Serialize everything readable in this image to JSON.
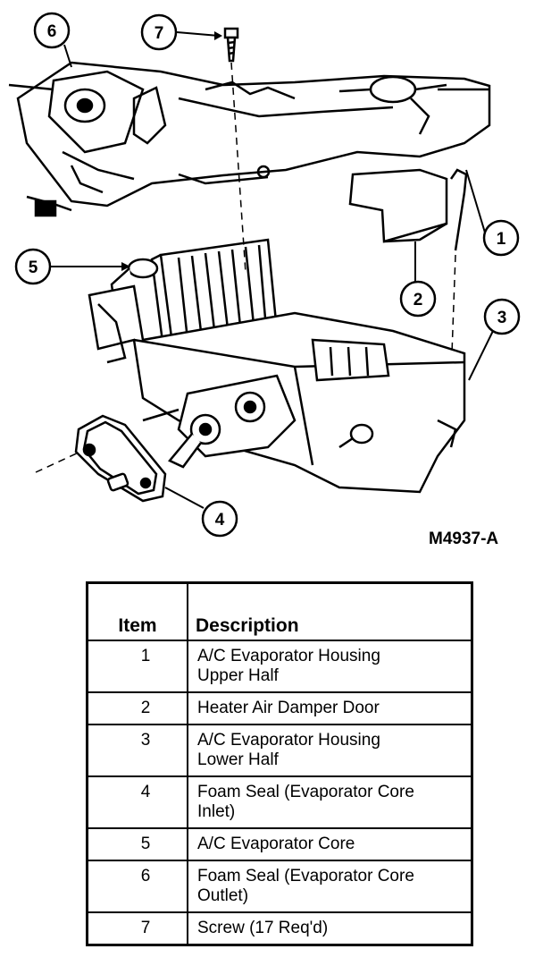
{
  "figure": {
    "id": "M4937-A",
    "callouts": [
      "1",
      "2",
      "3",
      "4",
      "5",
      "6",
      "7"
    ]
  },
  "table": {
    "headers": {
      "item": "Item",
      "description": "Description"
    },
    "rows": [
      {
        "item": "1",
        "description": "A/C Evaporator Housing\nUpper Half"
      },
      {
        "item": "2",
        "description": "Heater Air Damper Door"
      },
      {
        "item": "3",
        "description": "A/C Evaporator Housing\nLower Half"
      },
      {
        "item": "4",
        "description": "Foam Seal (Evaporator Core\nInlet)"
      },
      {
        "item": "5",
        "description": "A/C Evaporator Core"
      },
      {
        "item": "6",
        "description": "Foam Seal (Evaporator Core\nOutlet)"
      },
      {
        "item": "7",
        "description": "Screw (17 Req'd)"
      }
    ]
  }
}
